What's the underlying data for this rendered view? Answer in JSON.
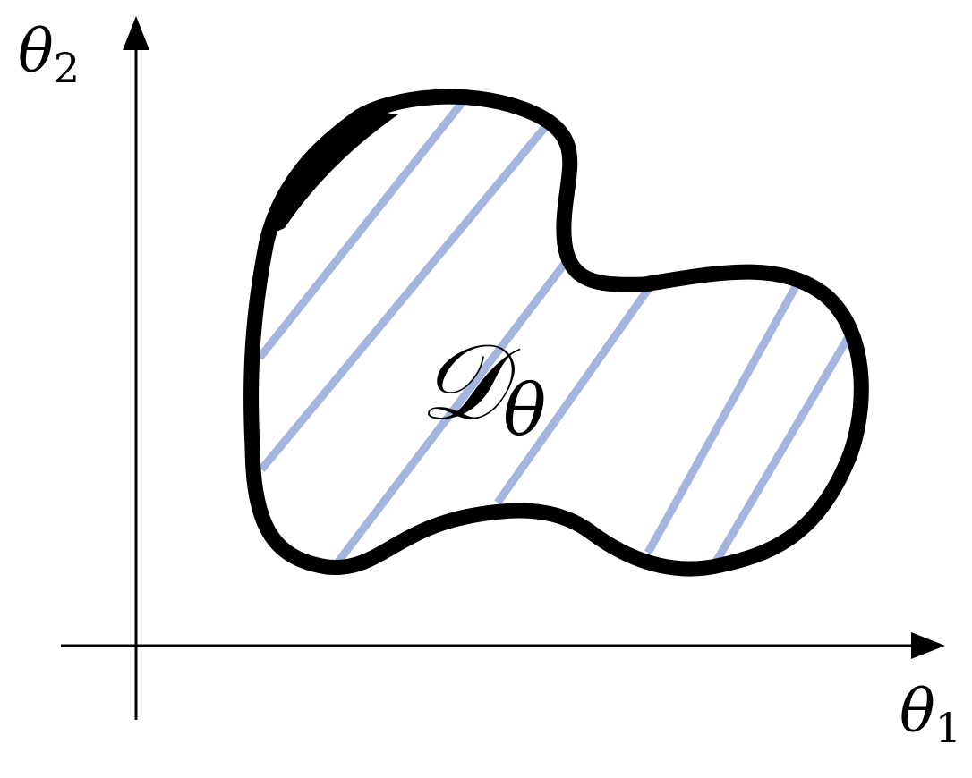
{
  "axes": {
    "y_label": {
      "symbol": "θ",
      "subscript": "2"
    },
    "x_label": {
      "symbol": "θ",
      "subscript": "1"
    }
  },
  "region": {
    "label": {
      "symbol": "𝒟",
      "subscript": "θ"
    },
    "hatch_color": "#a4b6e0",
    "outline_color": "#000000"
  }
}
